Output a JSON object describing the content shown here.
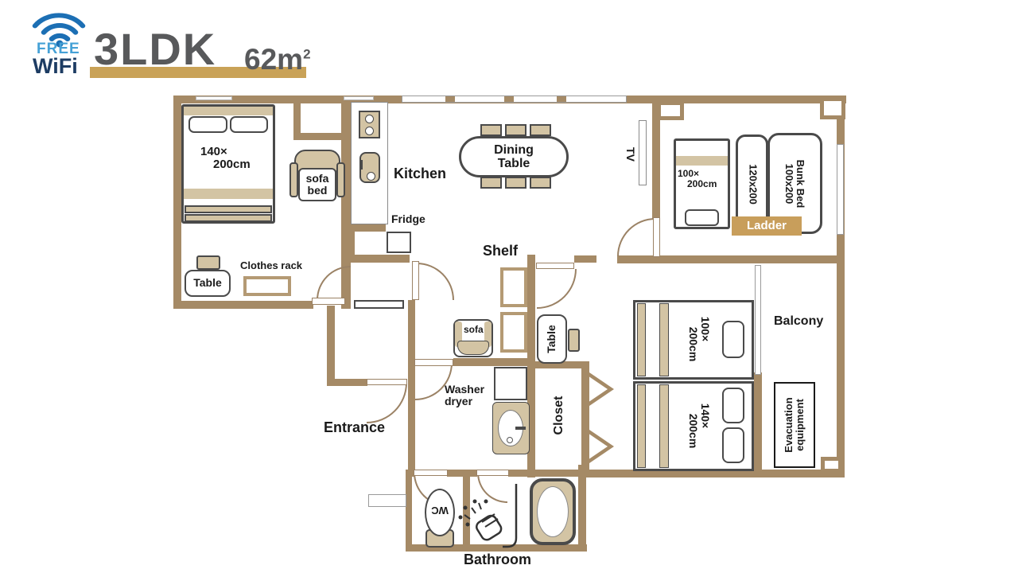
{
  "header": {
    "free": "FREE",
    "wifi": "WiFi",
    "title": "3LDK",
    "area_value": "62m",
    "area_sup": "2"
  },
  "rooms": {
    "kitchen": "Kitchen",
    "entrance": "Entrance",
    "bathroom": "Bathroom",
    "balcony": "Balcony",
    "closet": "Closet",
    "wc": "WC",
    "shelf": "Shelf",
    "tv": "TV"
  },
  "furniture": {
    "fridge": "Fridge",
    "dining_line1": "Dining",
    "dining_line2": "Table",
    "sofa_bed_line1": "sofa",
    "sofa_bed_line2": "bed",
    "sofa": "sofa",
    "table_bedroom1": "Table",
    "table_hall": "Table",
    "clothes_rack": "Clothes rack",
    "washer_line1": "Washer",
    "washer_line2": "dryer",
    "ladder": "Ladder",
    "evac_line1": "Evacuation",
    "evac_line2": "equipment"
  },
  "beds": {
    "bedroom1_line1": "140×",
    "bedroom1_line2": "200cm",
    "bedroom2_line1": "100×",
    "bedroom2_line2": "200cm",
    "bunk_name": "Bunk Bed",
    "bunk_size": "100x200",
    "bunk_lower_size": "120x200",
    "bedroom3_a_line1": "100×",
    "bedroom3_a_line2": "200cm",
    "bedroom3_b_line1": "140×",
    "bedroom3_b_line2": "200cm"
  },
  "colors": {
    "wall": "#a58a66",
    "furniture_tan": "#d3c4a4",
    "ladder": "#c89e5b",
    "header_bar": "#c9a257",
    "wifi_arc": "#1c6fb4",
    "wifi_free": "#45a1d6",
    "wifi_text": "#1d3c63",
    "title_gray": "#58595b",
    "outline": "#4a4a4a"
  }
}
